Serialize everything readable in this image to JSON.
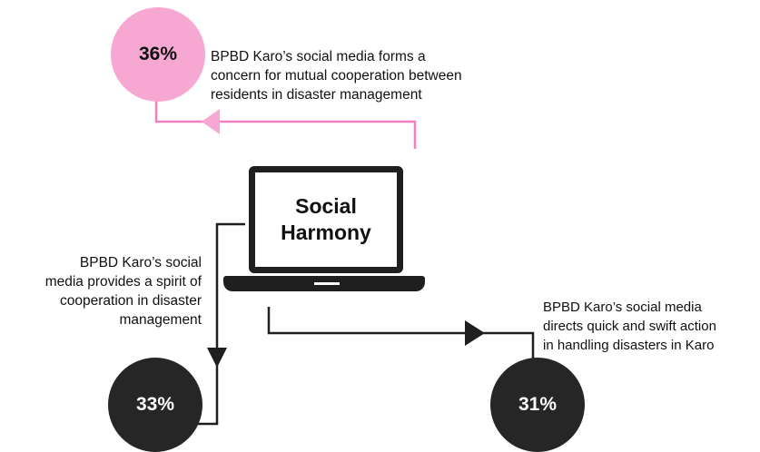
{
  "center": {
    "title": "Social\nHarmony"
  },
  "items": [
    {
      "percent": "36%",
      "text": "BPBD Karo’s social media forms a\nconcern for mutual cooperation between\nresidents in disaster management",
      "color": "#f7a8d2"
    },
    {
      "percent": "33%",
      "text": "BPBD Karo’s social\nmedia provides a spirit of\ncooperation in disaster\nmanagement",
      "color": "#262626"
    },
    {
      "percent": "31%",
      "text": "BPBD Karo’s social media\ndirects quick and swift action\nin handling disasters in Karo",
      "color": "#262626"
    }
  ],
  "colors": {
    "accent_pink": "#f7a8d2",
    "connector_pink": "#f27fbf",
    "dark": "#262626"
  },
  "icons": {
    "center": "laptop-icon"
  }
}
